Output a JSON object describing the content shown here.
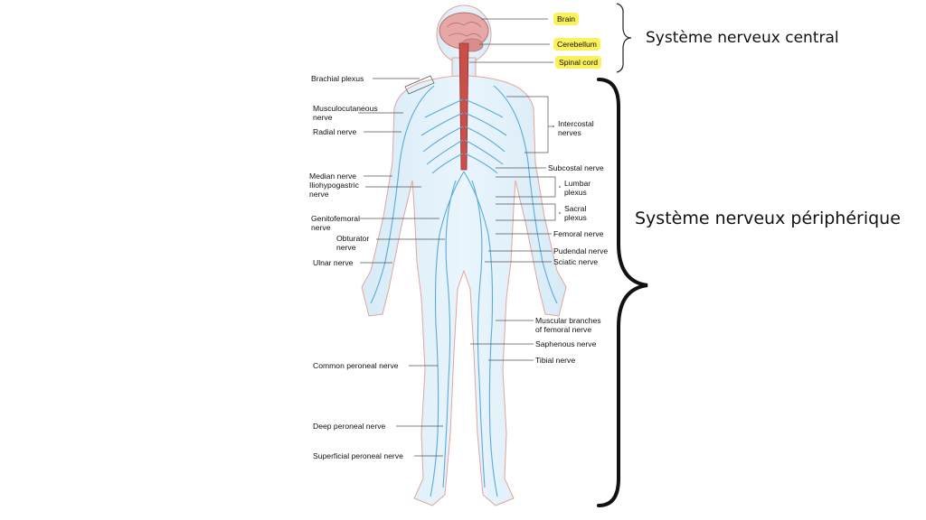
{
  "groups": {
    "central": "Système nerveux central",
    "peripheral": "Système nerveux périphérique"
  },
  "highlight_color": "#fbf15a",
  "labels": {
    "brain": "Brain",
    "cerebellum": "Cerebellum",
    "spinal_cord": "Spinal cord",
    "brachial_plexus": "Brachial plexus",
    "musculocutaneous_1": "Musculocutaneous",
    "musculocutaneous_2": "nerve",
    "radial_nerve": "Radial nerve",
    "intercostal_1": "Intercostal",
    "intercostal_2": "nerves",
    "subcostal_nerve": "Subcostal nerve",
    "median_nerve": "Median nerve",
    "iliohypogastric_1": "Iliohypogastric",
    "iliohypogastric_2": "nerve",
    "lumbar_1": "Lumbar",
    "lumbar_2": "plexus",
    "sacral_1": "Sacral",
    "sacral_2": "plexus",
    "genitofemoral_1": "Genitofemoral",
    "genitofemoral_2": "nerve",
    "femoral_nerve": "Femoral nerve",
    "obturator_1": "Obturator",
    "obturator_2": "nerve",
    "pudendal_nerve": "Pudendal nerve",
    "ulnar_nerve": "Ulnar nerve",
    "sciatic_nerve": "Sciatic nerve",
    "muscular_branches_1": "Muscular branches",
    "muscular_branches_2": "of femoral nerve",
    "saphenous_nerve": "Saphenous nerve",
    "tibial_nerve": "Tibial nerve",
    "common_peroneal": "Common peroneal nerve",
    "deep_peroneal": "Deep peroneal nerve",
    "superficial_peroneal": "Superficial peroneal nerve"
  }
}
